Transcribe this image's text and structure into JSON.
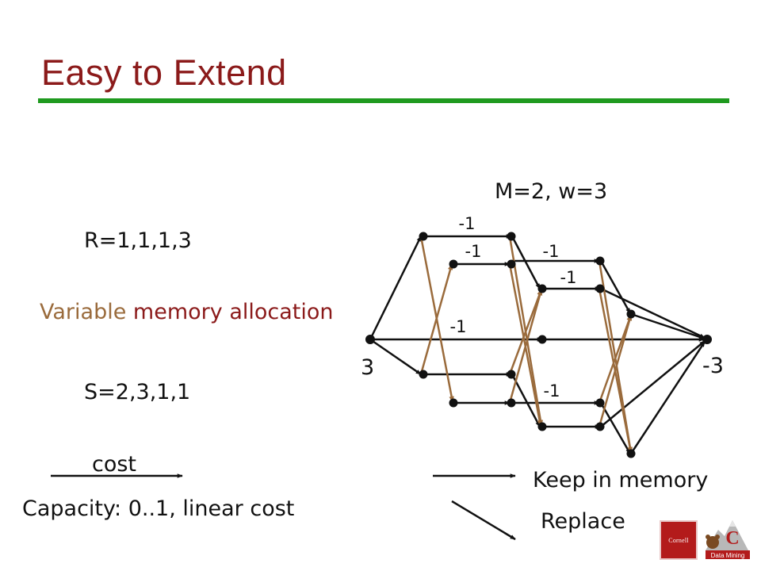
{
  "title": "Easy to Extend",
  "params": "M=2, w=3",
  "r_seq": "R=1,1,1,3",
  "alloc": {
    "word1": "Variable",
    "word2": "memory allocation"
  },
  "s_seq": "S=2,3,1,1",
  "cost_label": "cost",
  "capacity_text": "Capacity: 0..1, linear cost",
  "legend": {
    "keep": "Keep in memory",
    "replace": "Replace"
  },
  "source_label": "3",
  "sink_label": "-3",
  "edge_labels": [
    "-1",
    "-1",
    "-1",
    "-1",
    "-1",
    "-1"
  ],
  "logos": {
    "cornell": "Cornell",
    "data_mining": "Data Mining",
    "mark": "C"
  },
  "colors": {
    "title": "#8b1a1a",
    "rule": "#1f9a1f",
    "replace_edge": "#9a6b3c",
    "edge": "#111111"
  }
}
